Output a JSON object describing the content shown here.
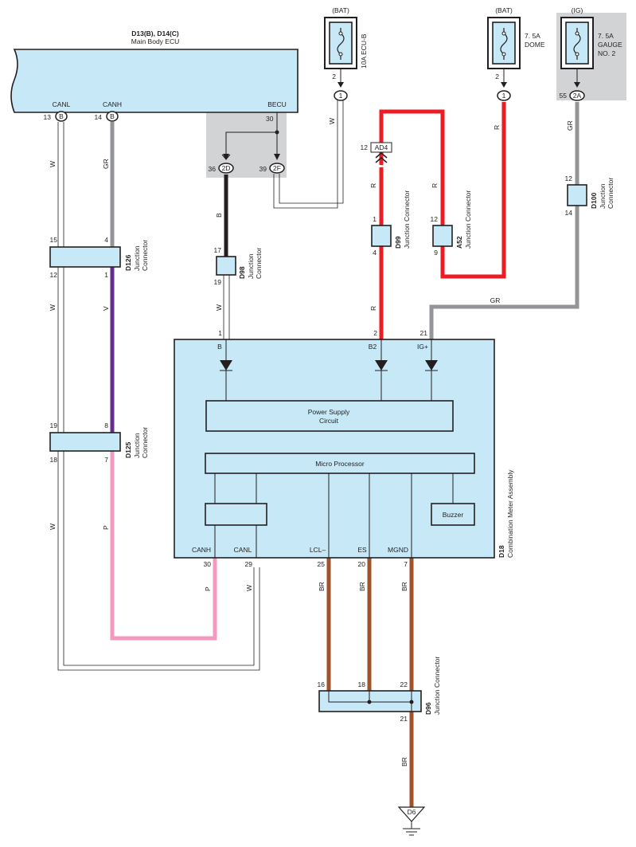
{
  "ecu": {
    "title": "D13(B), D14(C)",
    "name": "Main Body ECU",
    "canl": "CANL",
    "canh": "CANH",
    "becu": "BECU",
    "pin_canl": "13",
    "pin_canh": "14",
    "pin_becu": "30",
    "conn_b": "B",
    "pin_36": "36",
    "pin_39": "39",
    "conn_2d": "2D",
    "conn_2f": "2F"
  },
  "fuses": [
    {
      "source": "(BAT)",
      "label": "10A ECU-B",
      "pin": "2",
      "conn": "1"
    },
    {
      "source": "(BAT)",
      "label1": "7. 5A",
      "label2": "DOME",
      "pin": "2",
      "conn": "1"
    },
    {
      "source": "(IG)",
      "label1": "7. 5A",
      "label2": "GAUGE",
      "label3": "NO. 2",
      "pin": "55",
      "conn": "2A"
    }
  ],
  "connectors": {
    "ad4": {
      "id": "AD4",
      "pin": "12"
    },
    "d99": {
      "id": "D99",
      "type": "Junction Connector",
      "pin_top": "1",
      "pin_bottom": "4"
    },
    "a52": {
      "id": "A52",
      "type": "Junction Connector",
      "pin_top": "12",
      "pin_bottom": "9"
    },
    "d100": {
      "id": "D100",
      "type1": "Junction",
      "type2": "Connector",
      "pin_top": "12",
      "pin_bottom": "14"
    },
    "d98": {
      "id": "D98",
      "type1": "Junction",
      "type2": "Connector",
      "pin_top": "17",
      "pin_bottom": "19"
    },
    "d126": {
      "id": "D126",
      "type1": "Junction",
      "type2": "Connector",
      "pin_tl": "15",
      "pin_tr": "4",
      "pin_bl": "12",
      "pin_br": "1"
    },
    "d125": {
      "id": "D125",
      "type1": "Junction",
      "type2": "Connector",
      "pin_tl": "19",
      "pin_tr": "8",
      "pin_bl": "18",
      "pin_br": "7"
    },
    "d96": {
      "id": "D96",
      "type": "Junction Connector",
      "pin_16": "16",
      "pin_18": "18",
      "pin_22": "22",
      "pin_21": "21"
    }
  },
  "meter": {
    "id": "D18",
    "name": "Combination Meter Assembly",
    "power": "Power Supply",
    "circuit": "Circuit",
    "micro": "Micro Processor",
    "buzzer": "Buzzer",
    "in_b": "B",
    "in_b2": "B2",
    "in_ig": "IG+",
    "pin_b": "1",
    "pin_b2": "2",
    "pin_ig": "21",
    "out_canh": "CANH",
    "out_canl": "CANL",
    "out_lcl": "LCL–",
    "out_es": "ES",
    "out_mgnd": "MGND",
    "pin_canh": "30",
    "pin_canl": "29",
    "pin_lcl": "25",
    "pin_es": "20",
    "pin_mgnd": "7"
  },
  "ground": {
    "id": "D6"
  },
  "wire_labels": {
    "w": "W",
    "gr": "GR",
    "r": "R",
    "b": "B",
    "v": "V",
    "p": "P",
    "br": "BR"
  },
  "colors": {
    "box_fill": "#c6e8f7",
    "gray_zone": "#d2d3d5",
    "wire_red": "#ed1c24",
    "wire_gray": "#939598",
    "wire_black": "#231f20",
    "wire_purple": "#662d91",
    "wire_pink": "#f49ac1",
    "wire_brown": "#a0522d"
  }
}
